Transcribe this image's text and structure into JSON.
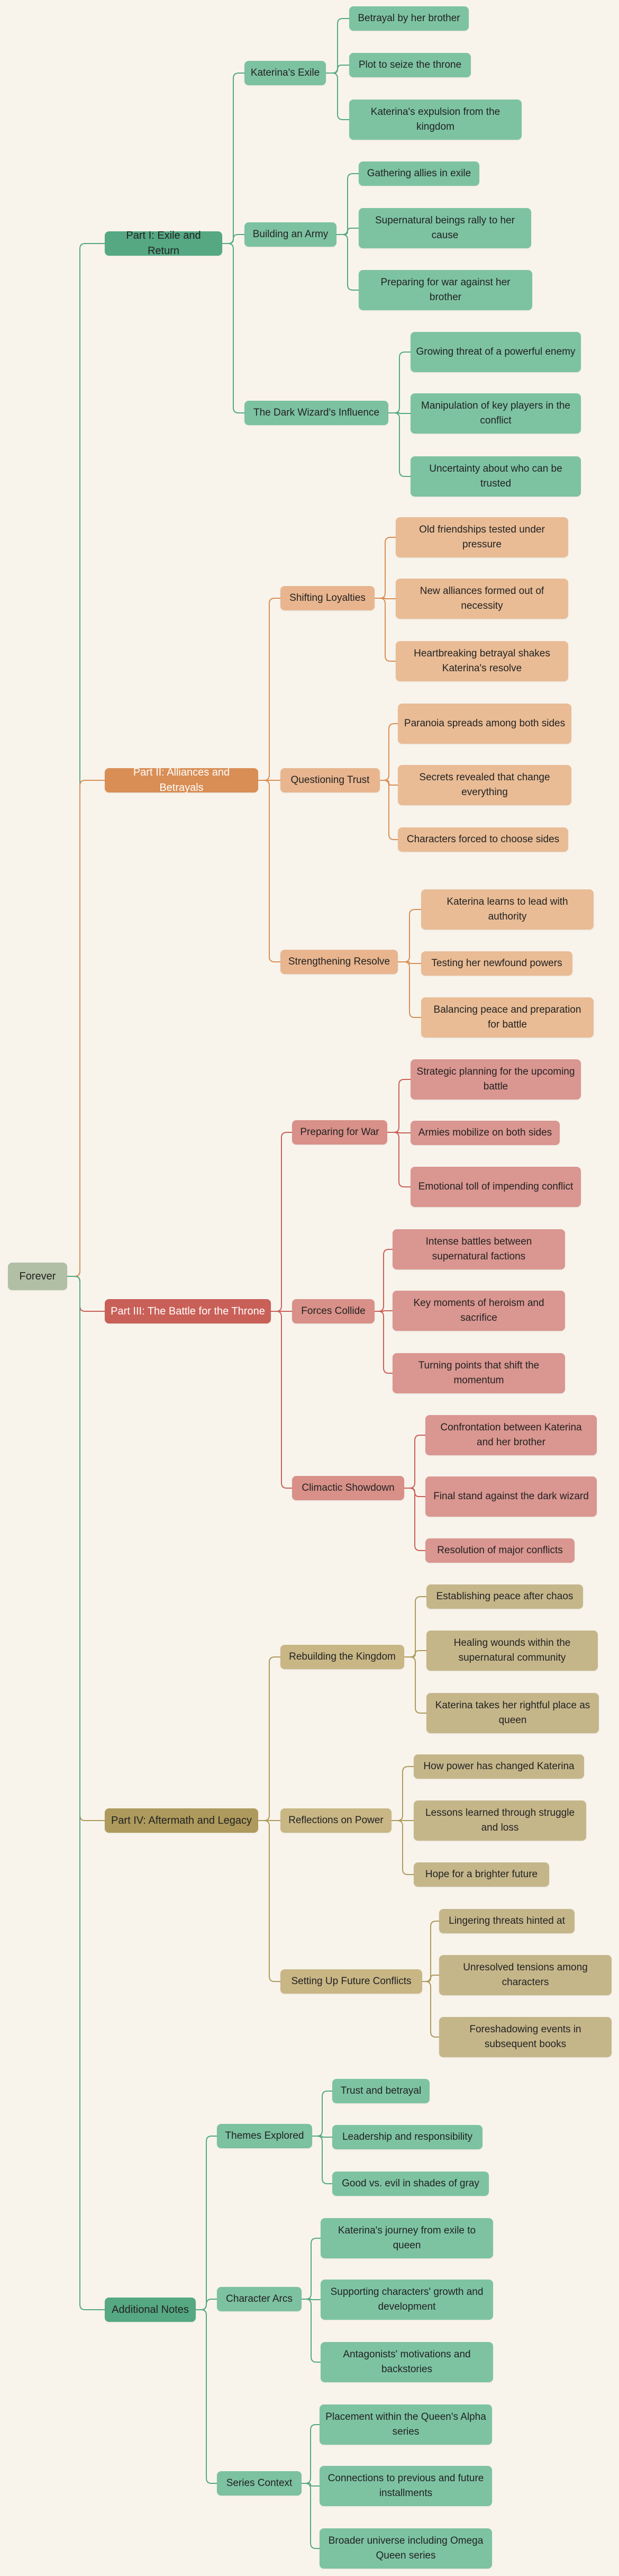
{
  "colors": {
    "green": "#55a882",
    "orange": "#d98e55",
    "red": "#c96058",
    "gold": "#ad9a5c",
    "root": "#b1bfa4",
    "background": "#f8f4ec"
  },
  "root": "Forever",
  "sections": [
    {
      "label": "Part I: Exile and Return",
      "color": "green",
      "children": [
        {
          "label": "Katerina's Exile",
          "children": [
            "Betrayal by her brother",
            "Plot to seize the throne",
            "Katerina's expulsion from the kingdom"
          ]
        },
        {
          "label": "Building an Army",
          "children": [
            "Gathering allies in exile",
            "Supernatural beings rally to her cause",
            "Preparing for war against her brother"
          ]
        },
        {
          "label": "The Dark Wizard's Influence",
          "children": [
            "Growing threat of a powerful enemy",
            "Manipulation of key players in the conflict",
            "Uncertainty about who can be trusted"
          ]
        }
      ]
    },
    {
      "label": "Part II: Alliances and Betrayals",
      "color": "orange",
      "children": [
        {
          "label": "Shifting Loyalties",
          "children": [
            "Old friendships tested under pressure",
            "New alliances formed out of necessity",
            "Heartbreaking betrayal shakes Katerina's resolve"
          ]
        },
        {
          "label": "Questioning Trust",
          "children": [
            "Paranoia spreads among both sides",
            "Secrets revealed that change everything",
            "Characters forced to choose sides"
          ]
        },
        {
          "label": "Strengthening Resolve",
          "children": [
            "Katerina learns to lead with authority",
            "Testing her newfound powers",
            "Balancing peace and preparation for battle"
          ]
        }
      ]
    },
    {
      "label": "Part III: The Battle for the Throne",
      "color": "red",
      "children": [
        {
          "label": "Preparing for War",
          "children": [
            "Strategic planning for the upcoming battle",
            "Armies mobilize on both sides",
            "Emotional toll of impending conflict"
          ]
        },
        {
          "label": "Forces Collide",
          "children": [
            "Intense battles between supernatural factions",
            "Key moments of heroism and sacrifice",
            "Turning points that shift the momentum"
          ]
        },
        {
          "label": "Climactic Showdown",
          "children": [
            "Confrontation between Katerina and her brother",
            "Final stand against the dark wizard",
            "Resolution of major conflicts"
          ]
        }
      ]
    },
    {
      "label": "Part IV: Aftermath and Legacy",
      "color": "gold",
      "children": [
        {
          "label": "Rebuilding the Kingdom",
          "children": [
            "Establishing peace after chaos",
            "Healing wounds within the supernatural community",
            "Katerina takes her rightful place as queen"
          ]
        },
        {
          "label": "Reflections on Power",
          "children": [
            "How power has changed Katerina",
            "Lessons learned through struggle and loss",
            "Hope for a brighter future"
          ]
        },
        {
          "label": "Setting Up Future Conflicts",
          "children": [
            "Lingering threats hinted at",
            "Unresolved tensions among characters",
            "Foreshadowing events in subsequent books"
          ]
        }
      ]
    },
    {
      "label": "Additional Notes",
      "color": "green",
      "children": [
        {
          "label": "Themes Explored",
          "children": [
            "Trust and betrayal",
            "Leadership and responsibility",
            "Good vs. evil in shades of gray"
          ]
        },
        {
          "label": "Character Arcs",
          "children": [
            "Katerina's journey from exile to queen",
            "Supporting characters' growth and development",
            "Antagonists' motivations and backstories"
          ]
        },
        {
          "label": "Series Context",
          "children": [
            "Placement within the Queen's Alpha series",
            "Connections to previous and future installments",
            "Broader universe including Omega Queen series"
          ]
        }
      ]
    }
  ]
}
